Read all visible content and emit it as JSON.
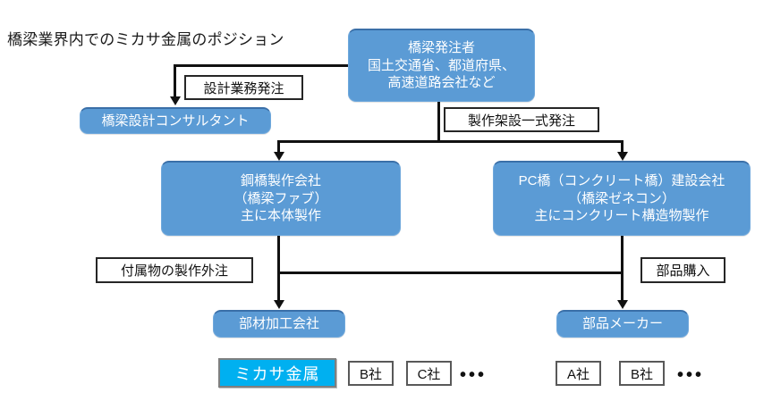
{
  "diagram": {
    "title": "橋梁業界内でのミカサ金属のポジション",
    "nodes": {
      "owner": {
        "lines": [
          "橋梁発注者",
          "国土交通省、都道府県、",
          "高速道路会社など"
        ]
      },
      "consultant": {
        "label": "橋梁設計コンサルタント"
      },
      "steel_fabricator": {
        "lines": [
          "鋼橋製作会社",
          "（橋梁ファブ）",
          "主に本体製作"
        ]
      },
      "pc_contractor": {
        "lines": [
          "PC橋（コンクリート橋）建設会社",
          "（橋梁ゼネコン）",
          "主にコンクリート構造物製作"
        ]
      },
      "parts_fabricator": {
        "label": "部材加工会社"
      },
      "parts_maker": {
        "label": "部品メーカー"
      }
    },
    "edge_labels": {
      "design_order": "設計業務発注",
      "fabrication_order": "製作架設一式発注",
      "attachment_outsourcing": "付属物の製作外注",
      "parts_purchase": "部品購入"
    },
    "companies_left": [
      {
        "label": "ミカサ金属",
        "highlight": true
      },
      {
        "label": "B社",
        "highlight": false
      },
      {
        "label": "C社",
        "highlight": false
      }
    ],
    "companies_right": [
      {
        "label": "A社",
        "highlight": false
      },
      {
        "label": "B社",
        "highlight": false
      }
    ],
    "ellipsis": "•••",
    "colors": {
      "node_fill": "#5B9BD5",
      "node_border": "#3A6FA8",
      "highlight_fill": "#00B0F0",
      "line": "#111111",
      "text_on_node": "#FFFFFF",
      "text_dark": "#111111"
    }
  }
}
